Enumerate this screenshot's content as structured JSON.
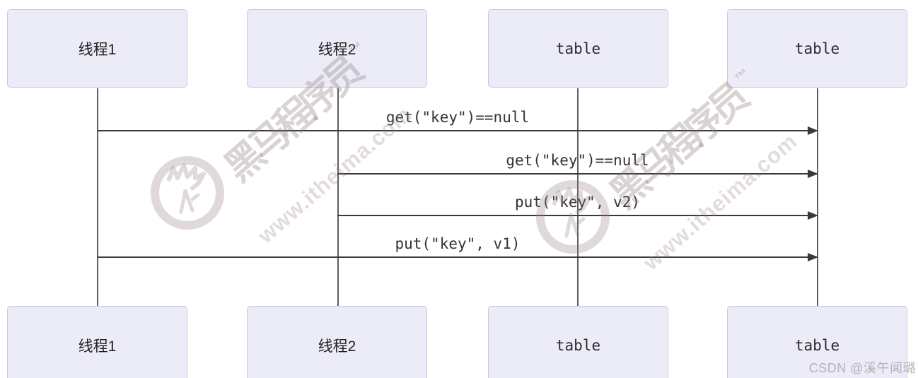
{
  "diagram": {
    "type": "sequence-diagram",
    "actors": [
      {
        "label": "线程1",
        "kind": "thread"
      },
      {
        "label": "线程2",
        "kind": "thread"
      },
      {
        "label": "table",
        "kind": "table"
      },
      {
        "label": "table",
        "kind": "table"
      }
    ],
    "messages": [
      {
        "label": "get(\"key\")==null",
        "from": "线程1",
        "to": "table",
        "from_actor_index": 0,
        "to_actor_index": 3
      },
      {
        "label": "get(\"key\")==null",
        "from": "线程2",
        "to": "table",
        "from_actor_index": 1,
        "to_actor_index": 3
      },
      {
        "label": "put(\"key\", v2)",
        "from": "线程2",
        "to": "table",
        "from_actor_index": 1,
        "to_actor_index": 3
      },
      {
        "label": "put(\"key\", v1)",
        "from": "线程1",
        "to": "table",
        "from_actor_index": 0,
        "to_actor_index": 3
      }
    ]
  },
  "watermark": {
    "brand": "黑马程序员",
    "trademark": "™",
    "site": "www.itheima.com"
  },
  "footer": {
    "credit": "CSDN @溪午闻璐"
  },
  "colors": {
    "actor_fill": "#ECECF8",
    "actor_border": "#C9C9DF",
    "message_line": "#3a3a3a",
    "lifeline": "#5d5d5d",
    "watermark_text": "#D9D2D2",
    "credit_text": "#b3b3b3"
  }
}
